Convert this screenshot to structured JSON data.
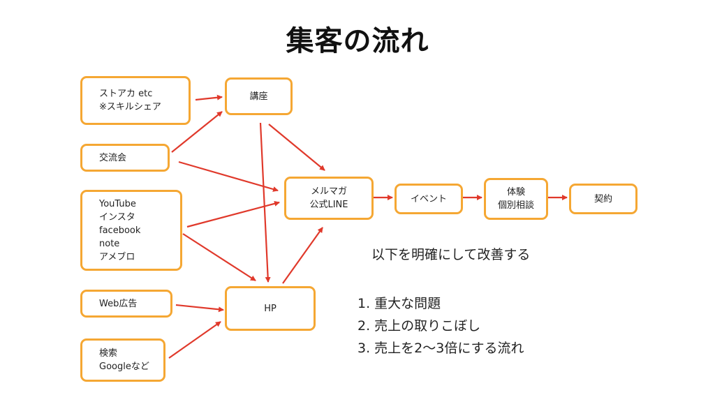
{
  "title": "集客の流れ",
  "nodes": {
    "store": "ストアカ etc\n※スキルシェア",
    "koryukai": "交流会",
    "sns": "YouTube\nインスタ\nfacebook\nnote\nアメブロ",
    "webad": "Web広告",
    "search": "検索\nGoogleなど",
    "koza": "講座",
    "hp": "HP",
    "mailmag": "メルマガ\n公式LINE",
    "event": "イベント",
    "taiken": "体験\n個別相談",
    "keiyaku": "契約"
  },
  "notes": {
    "heading": "以下を明確にして改善する",
    "items": [
      "1. 重大な問題",
      "2. 売上の取りこぼし",
      "3. 売上を2〜3倍にする流れ"
    ]
  },
  "colors": {
    "box_border": "#f5a733",
    "arrow": "#e0392b"
  }
}
